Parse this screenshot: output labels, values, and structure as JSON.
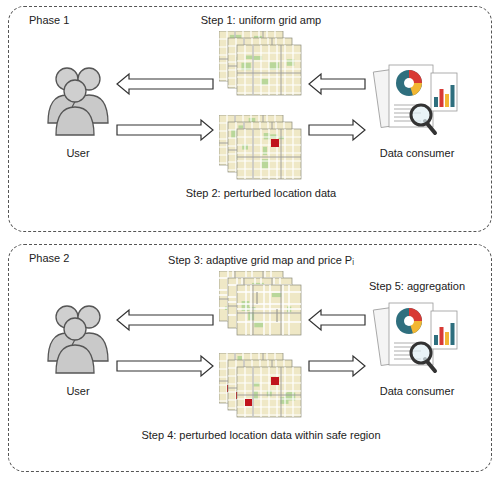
{
  "diagram": {
    "nodes": [
      {
        "text": [
          "Phase 1"
        ]
      },
      {
        "text": [
          "User"
        ],
        "in": 0
      },
      {
        "text": [
          "Step 1: uniform grid amp"
        ],
        "in": 0
      },
      {
        "text": [
          "Step 2: perturbed location data"
        ],
        "in": 0
      },
      {
        "text": [
          "Data consumer"
        ],
        "in": 0
      },
      {
        "text": [
          "Phase 2"
        ]
      },
      {
        "text": [
          "User"
        ],
        "in": 5
      },
      {
        "text": [
          "Step 3: adaptive grid map and price Pᵢ"
        ],
        "in": 5
      },
      {
        "text": [
          "Step 4: perturbed location data within safe region"
        ],
        "in": 5
      },
      {
        "text": [
          "Step 5: aggregation",
          "Data consumer"
        ],
        "in": 5
      }
    ],
    "edges": [
      {
        "from": 4,
        "to": 2,
        "arrow": "to"
      },
      {
        "from": 2,
        "to": 1,
        "arrow": "to"
      },
      {
        "from": 1,
        "to": 3,
        "arrow": "to"
      },
      {
        "from": 3,
        "to": 4,
        "arrow": "to"
      },
      {
        "from": 9,
        "to": 7,
        "arrow": "to"
      },
      {
        "from": 7,
        "to": 6,
        "arrow": "to"
      },
      {
        "from": 6,
        "to": 8,
        "arrow": "to"
      },
      {
        "from": 8,
        "to": 9,
        "arrow": "to"
      }
    ]
  }
}
